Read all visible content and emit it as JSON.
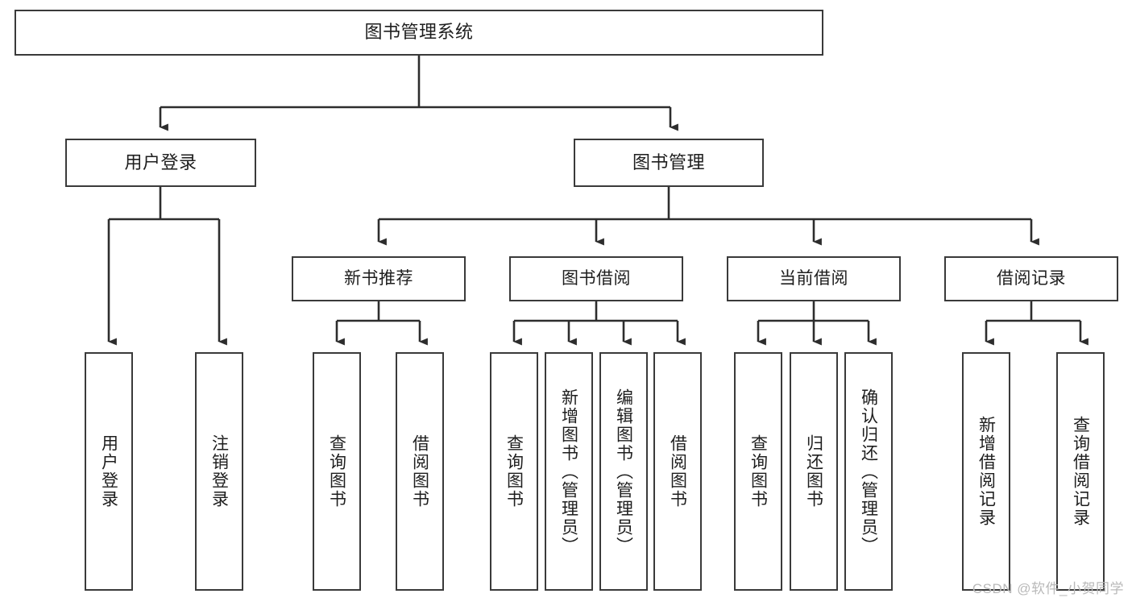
{
  "diagram": {
    "title": "图书管理系统",
    "type": "hierarchy-tree",
    "watermark": "CSDN @软件_小贺同学",
    "colors": {
      "box_border": "#3a3a3a",
      "box_fill": "#ffffff",
      "connector": "#2d2d2d",
      "text": "#1e1e1e",
      "watermark": "#b9b9b9"
    },
    "nodes": {
      "root": {
        "label": "图书管理系统",
        "level": 1,
        "orientation": "horizontal"
      },
      "level2": [
        {
          "id": "user-login",
          "label": "用户登录",
          "level": 2,
          "orientation": "horizontal"
        },
        {
          "id": "book-management",
          "label": "图书管理",
          "level": 2,
          "orientation": "horizontal"
        }
      ],
      "level3": [
        {
          "id": "new-book-recommend",
          "label": "新书推荐",
          "level": 3,
          "orientation": "horizontal"
        },
        {
          "id": "book-borrow",
          "label": "图书借阅",
          "level": 3,
          "orientation": "horizontal"
        },
        {
          "id": "current-borrow",
          "label": "当前借阅",
          "level": 3,
          "orientation": "horizontal"
        },
        {
          "id": "borrow-record",
          "label": "借阅记录",
          "level": 3,
          "orientation": "horizontal"
        }
      ],
      "leaves": [
        {
          "id": "leaf-user-login",
          "label": "用户登录",
          "parent": "user-login",
          "orientation": "vertical"
        },
        {
          "id": "leaf-user-logout",
          "label": "注销登录",
          "parent": "user-login",
          "orientation": "vertical"
        },
        {
          "id": "leaf-query-book-1",
          "label": "查询图书",
          "parent": "new-book-recommend",
          "orientation": "vertical"
        },
        {
          "id": "leaf-borrow-book-1",
          "label": "借阅图书",
          "parent": "new-book-recommend",
          "orientation": "vertical"
        },
        {
          "id": "leaf-query-book-2",
          "label": "查询图书",
          "parent": "book-borrow",
          "orientation": "vertical"
        },
        {
          "id": "leaf-add-book",
          "label": "新增图书（管理员）",
          "parent": "book-borrow",
          "orientation": "vertical"
        },
        {
          "id": "leaf-edit-book",
          "label": "编辑图书（管理员）",
          "parent": "book-borrow",
          "orientation": "vertical"
        },
        {
          "id": "leaf-borrow-book-2",
          "label": "借阅图书",
          "parent": "book-borrow",
          "orientation": "vertical"
        },
        {
          "id": "leaf-query-book-3",
          "label": "查询图书",
          "parent": "current-borrow",
          "orientation": "vertical"
        },
        {
          "id": "leaf-return-book",
          "label": "归还图书",
          "parent": "current-borrow",
          "orientation": "vertical"
        },
        {
          "id": "leaf-confirm-return",
          "label": "确认归还（管理员）",
          "parent": "current-borrow",
          "orientation": "vertical"
        },
        {
          "id": "leaf-add-record",
          "label": "新增借阅记录",
          "parent": "borrow-record",
          "orientation": "vertical"
        },
        {
          "id": "leaf-query-record",
          "label": "查询借阅记录",
          "parent": "borrow-record",
          "orientation": "vertical"
        }
      ]
    }
  }
}
